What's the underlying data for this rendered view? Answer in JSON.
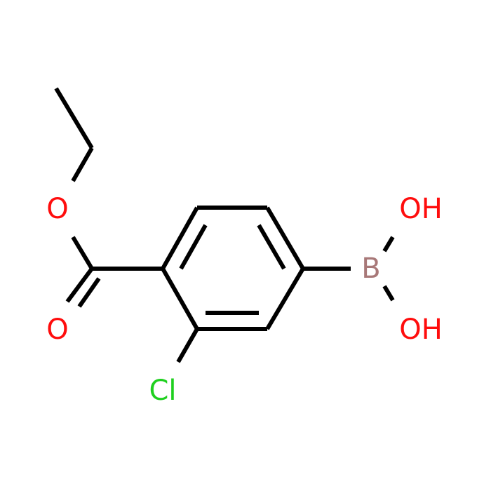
{
  "molecule": {
    "atoms": {
      "o_ester": {
        "label": "O",
        "color": "#ff0d0d"
      },
      "o_carbonyl": {
        "label": "O",
        "color": "#ff0d0d"
      },
      "chlorine": {
        "label": "Cl",
        "color": "#1fd01f"
      },
      "boron": {
        "label": "B",
        "color": "#a87878"
      },
      "oh_top": {
        "label": "OH",
        "color": "#ff0d0d"
      },
      "oh_bottom": {
        "label": "OH",
        "color": "#ff0d0d"
      }
    },
    "bond_color": "#000000"
  }
}
